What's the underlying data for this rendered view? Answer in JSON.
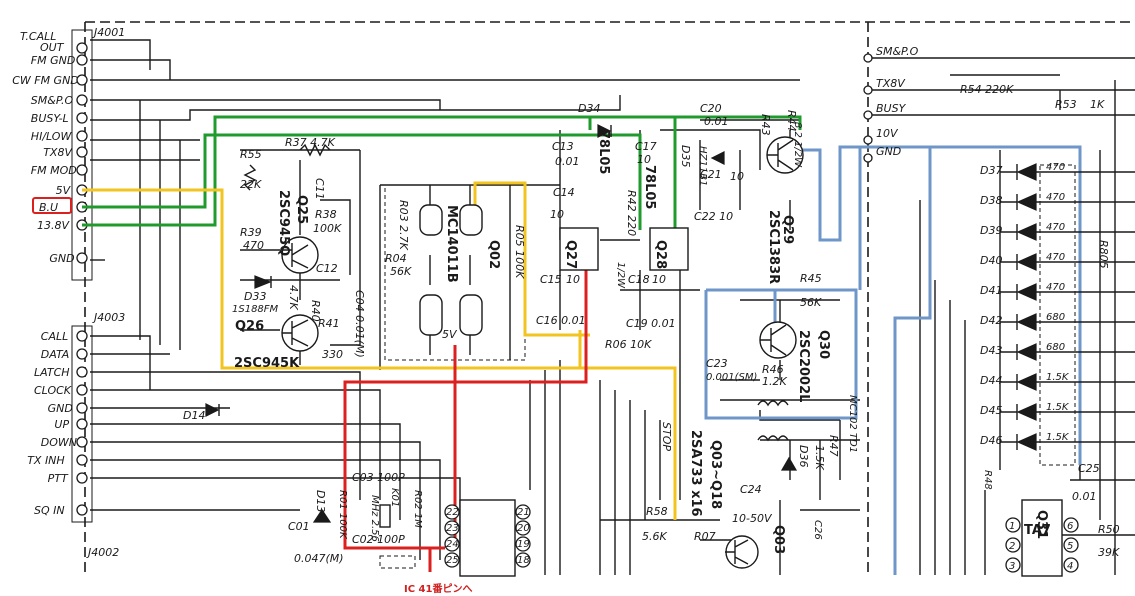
{
  "connectors": {
    "j4001": {
      "name": "J4001",
      "pins": [
        "T.CALL OUT",
        "FM GND",
        "CW FM GND",
        "SM&P.O",
        "BUSY-L",
        "HI/LOW",
        "TX8V",
        "FM MOD",
        "5V",
        "B.U",
        "13.8V",
        "GND"
      ]
    },
    "j4003": {
      "name": "J4003",
      "pins": [
        "CALL",
        "DATA",
        "LATCH",
        "CLOCK",
        "GND",
        "UP",
        "DOWN",
        "TX INH",
        "PTT",
        "SQ IN"
      ]
    },
    "j4002": {
      "name": "J4002"
    }
  },
  "right_side_labels": [
    "SM&P.O",
    "TX8V",
    "BUSY",
    "10V",
    "GND"
  ],
  "transistors": {
    "q25": {
      "ref": "Q25",
      "type": "2SC945Q"
    },
    "q26": {
      "ref": "Q26",
      "type": "2SC945K"
    },
    "q29": {
      "ref": "Q29",
      "type": "2SC1383R"
    },
    "q30": {
      "ref": "Q30",
      "type": "2SC2002L"
    },
    "q03": {
      "ref": "Q03~Q18",
      "type": "2SA733 x16"
    },
    "q31": {
      "ref": "Q31",
      "type": "TA7"
    },
    "q03b": {
      "ref": "Q03"
    }
  },
  "ics": {
    "q27": {
      "ref": "Q27",
      "type": "78L05"
    },
    "q28": {
      "ref": "Q28",
      "type": "78L05"
    },
    "q02": {
      "ref": "Q02",
      "type": "MC14011B"
    },
    "mc102": {
      "ref": "MC102 TD1"
    }
  },
  "resistors": {
    "r37": "R37 4.7K",
    "r55": "R55",
    "r55v": "22K",
    "r38": "R38",
    "r38v": "100K",
    "r39": "R39",
    "r39v": "470",
    "r40": "R40",
    "r40v": "4.7K",
    "r41": "R41",
    "r41v": "330",
    "r03": "R03 2.7K",
    "r04": "R04",
    "r04v": "56K",
    "r05": "R05 100K",
    "r42": "R42 220",
    "r42v": "1/2W",
    "r43": "R43",
    "r44": "R44",
    "r44v": "8.2 1/2W",
    "r45": "R45",
    "r45v": "56K",
    "r46": "R46",
    "r46v": "1.2K",
    "r47": "R47",
    "r47v": "1.5K",
    "r06": "R06 10K",
    "r54": "R54 220K",
    "r53": "R53",
    "r53v": "1K",
    "r58": "R58",
    "r58v": "5.6K",
    "r07": "R07",
    "r48": "R48",
    "r50": "R50",
    "r50v": "39K",
    "r805": "R805",
    "r01": "R01 100K",
    "r02": "R02 1M",
    "k01": "K01",
    "k01v": "MHz 2.56"
  },
  "capacitors": {
    "c11": "C11",
    "c12": "C12",
    "c13": "C13",
    "c13v": "0.01",
    "c14": "C14",
    "c14v": "10",
    "c15": "C15",
    "c15v": "10",
    "c16": "C16 0.01",
    "c17": "C17",
    "c17v": "10",
    "c18": "C18",
    "c18v": "10",
    "c19": "C19 0.01",
    "c20": "C20",
    "c20v": "0.01",
    "c21": "C21",
    "c21v": "10",
    "c22": "C22 10",
    "c23": "C23",
    "c23v": "0.001(SM)",
    "c24": "C24",
    "c24v": "10-50V",
    "c25": "C25",
    "c25v": "0.01",
    "c26": "C26",
    "c04": "C04 0.01(M)",
    "c01": "C01",
    "c01v": "0.047(M)",
    "c03": "C03 100P",
    "c02": "C02 100P"
  },
  "diodes": {
    "d33": "D33",
    "d33v": "1S188FM",
    "d34": "D34",
    "d35": "D35",
    "d35v": "HZ11B1",
    "d36": "D36",
    "d13": "D13",
    "d14": "D14",
    "d_led": [
      "D37",
      "D38",
      "D39",
      "D40",
      "D41",
      "D42",
      "D43",
      "D44",
      "D45",
      "D46"
    ],
    "led_r": [
      "470",
      "470",
      "470",
      "470",
      "470",
      "680",
      "680",
      "1.5K",
      "1.5K",
      "1.5K"
    ]
  },
  "misc": {
    "stop": "STOP",
    "v5": "5V",
    "ic_pins_left": [
      "22",
      "23",
      "24",
      "25"
    ],
    "ic_pins_right": [
      "21",
      "20",
      "19",
      "18"
    ],
    "q31_pins_left": [
      "1",
      "2",
      "3"
    ],
    "q31_pins_right": [
      "6",
      "5",
      "4"
    ],
    "pin_bu_label": "B.U",
    "note_jp": "IC 41番ピンへ"
  },
  "colors": {
    "green_trace": "#1f9a2c",
    "yellow_trace": "#f2c41f",
    "red_trace": "#dc1f1f",
    "blue_trace": "#6f96c8",
    "highlight_box": "#dc1f1f"
  }
}
